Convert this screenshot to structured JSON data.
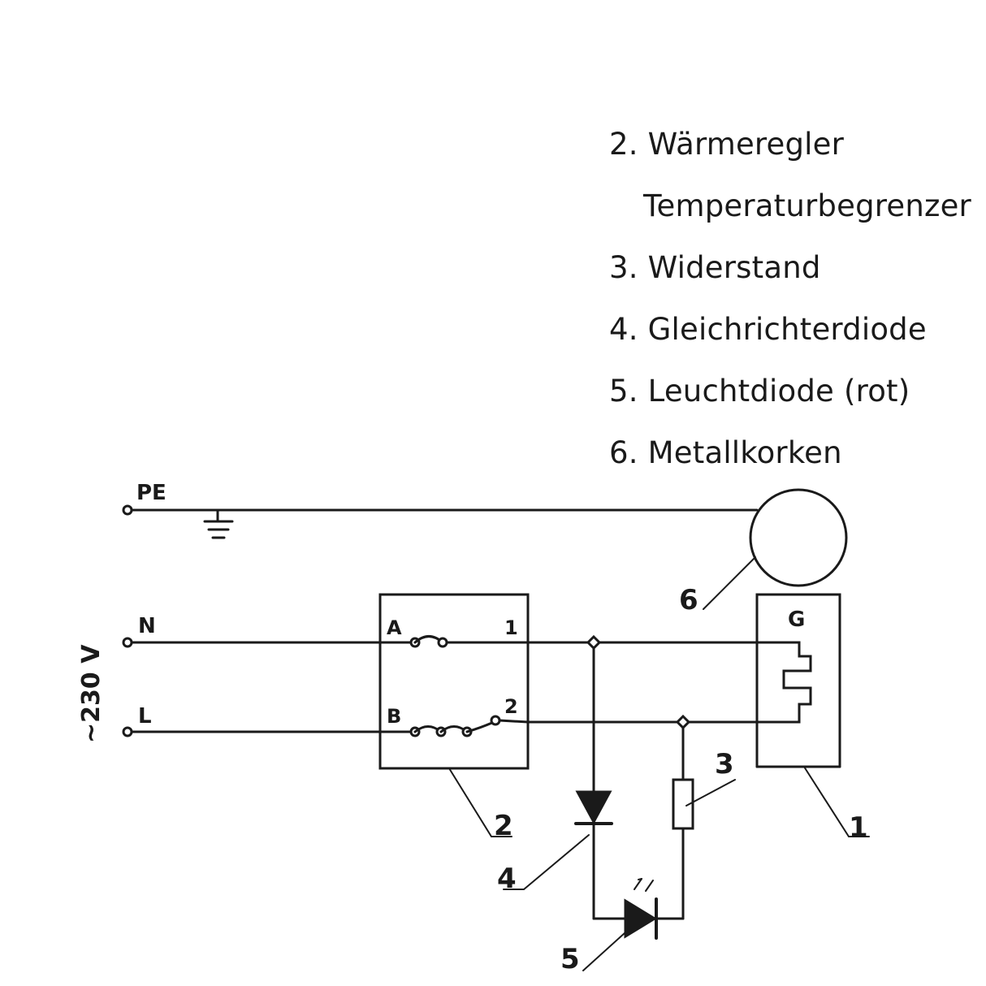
{
  "legend": {
    "items": [
      "2. Wärmeregler",
      "Temperaturbegrenzer",
      "3. Widerstand",
      "4. Gleichrichterdiode",
      "5. Leuchtdiode (rot)",
      "6. Metallkorken"
    ]
  },
  "labels": {
    "pe": "PE",
    "n": "N",
    "l": "L",
    "voltage": "~230 V",
    "contact_a": "A",
    "contact_b": "B",
    "terminal_1": "1",
    "terminal_2": "2",
    "heater_g": "G",
    "callout_1": "1",
    "callout_2": "2",
    "callout_3": "3",
    "callout_4": "4",
    "callout_5": "5",
    "callout_6": "6"
  },
  "colors": {
    "line": "#1a1a1a",
    "background": "#ffffff"
  }
}
